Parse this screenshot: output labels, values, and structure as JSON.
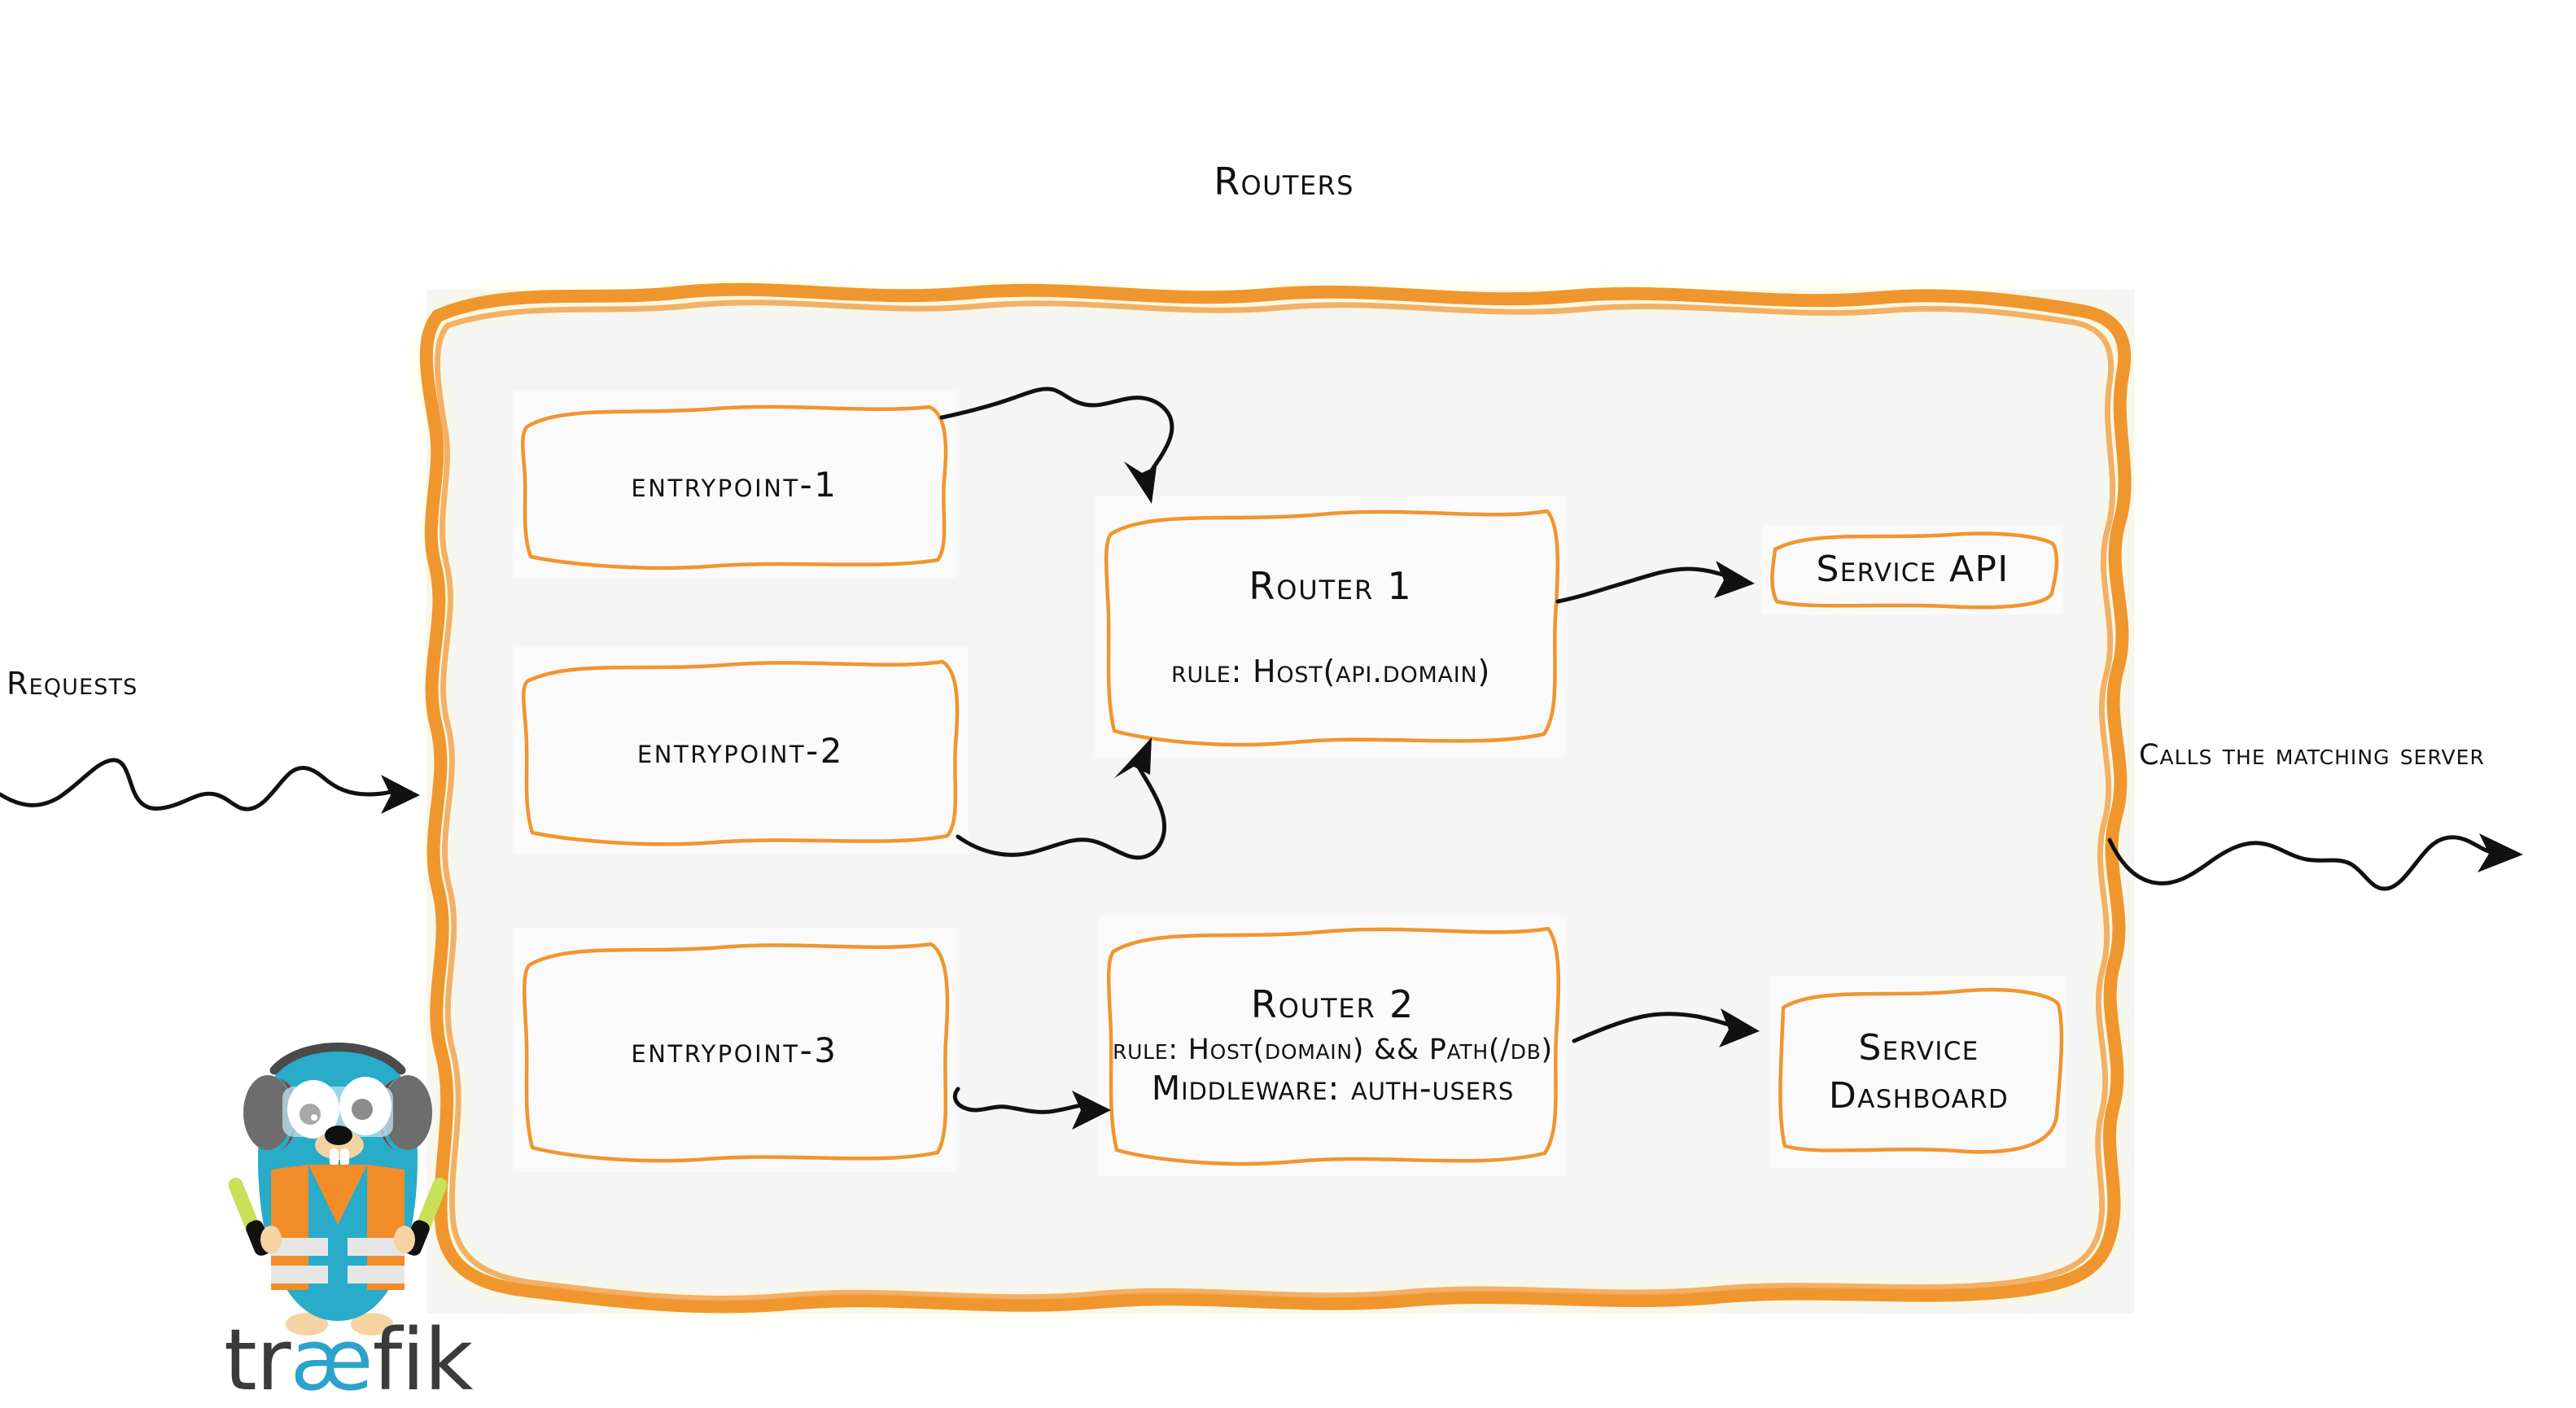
{
  "diagram": {
    "title": "Routers",
    "background_color": "#ffffff",
    "accent_color": "#F0962D",
    "panel_fill": "#f5f5f5",
    "card_fill": "#fafafa",
    "ink_color": "#111111"
  },
  "annotations": {
    "incoming_label": "Requests",
    "outgoing_label": "Calls the matching server"
  },
  "entrypoints": [
    {
      "label": "entrypoint-1"
    },
    {
      "label": "entrypoint-2"
    },
    {
      "label": "entrypoint-3"
    }
  ],
  "routers": [
    {
      "title": "Router 1",
      "rule": "rule: Host(api.domain)",
      "middleware": ""
    },
    {
      "title": "Router 2",
      "rule": "rule: Host(domain) && Path(/db)",
      "middleware": "Middleware: auth-users"
    }
  ],
  "services": [
    {
      "line1": "Service API",
      "line2": ""
    },
    {
      "line1": "Service",
      "line2": "Dashboard"
    }
  ],
  "logo": {
    "wordmark_prefix": "tr",
    "wordmark_ligature": "æ",
    "wordmark_suffix": "fik",
    "wordmark_color": "#3b3b3b",
    "ligature_color": "#2CA3CB",
    "gopher_body_color": "#29ABCA",
    "gopher_vest_color": "#F28C28",
    "gopher_wand_color": "#C8E05A"
  }
}
